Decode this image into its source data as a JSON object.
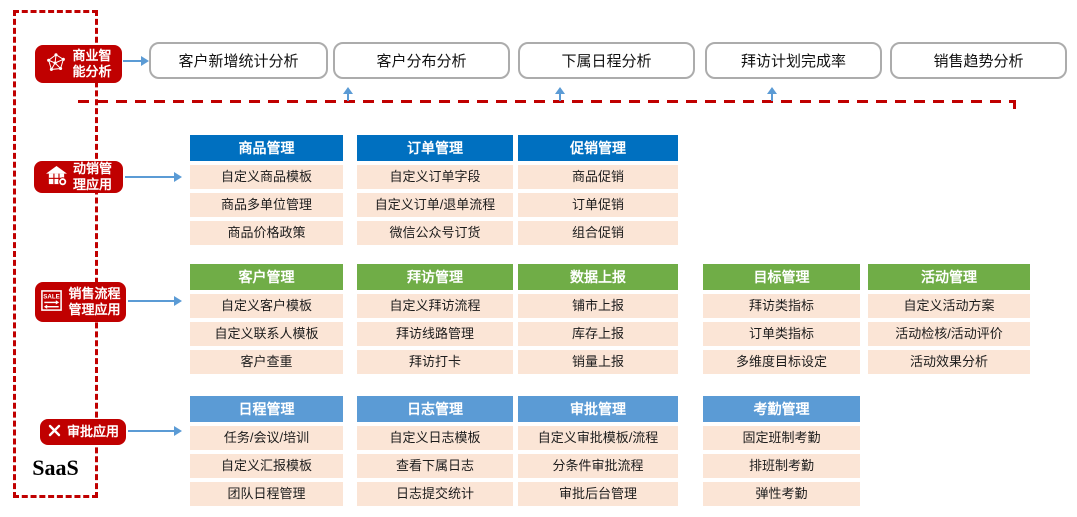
{
  "frame": {
    "saas_label": "SaaS"
  },
  "colors": {
    "red": "#C00000",
    "blue_header": "#0070C0",
    "green_header": "#70AD47",
    "lightblue_header": "#5B9BD5",
    "cell_bg": "#FBE5D6",
    "arrow_blue": "#5B9BD5",
    "box_border_gray": "#ACACAC"
  },
  "left_labels": [
    {
      "label": "商业智\n能分析",
      "icon": "network-graph-icon"
    },
    {
      "label": "动销管\n理应用",
      "icon": "storefront-icon"
    },
    {
      "label": "销售流程\n管理应用",
      "icon": "sale-sliders-icon"
    },
    {
      "label": "审批应用",
      "icon": "crossed-tools-icon"
    }
  ],
  "top_row": {
    "boxes": [
      "客户新增统计分析",
      "客户分布分析",
      "下属日程分析",
      "拜访计划完成率",
      "销售趋势分析"
    ]
  },
  "groups": [
    {
      "name": "动销管理应用",
      "header_color": "#0070C0",
      "columns": [
        {
          "header": "商品管理",
          "items": [
            "自定义商品模板",
            "商品多单位管理",
            "商品价格政策"
          ]
        },
        {
          "header": "订单管理",
          "items": [
            "自定义订单字段",
            "自定义订单/退单流程",
            "微信公众号订货"
          ]
        },
        {
          "header": "促销管理",
          "items": [
            "商品促销",
            "订单促销",
            "组合促销"
          ]
        }
      ]
    },
    {
      "name": "销售流程管理应用",
      "header_color": "#70AD47",
      "columns": [
        {
          "header": "客户管理",
          "items": [
            "自定义客户模板",
            "自定义联系人模板",
            "客户查重"
          ]
        },
        {
          "header": "拜访管理",
          "items": [
            "自定义拜访流程",
            "拜访线路管理",
            "拜访打卡"
          ]
        },
        {
          "header": "数据上报",
          "items": [
            "铺市上报",
            "库存上报",
            "销量上报"
          ]
        },
        {
          "header": "目标管理",
          "items": [
            "拜访类指标",
            "订单类指标",
            "多维度目标设定"
          ]
        },
        {
          "header": "活动管理",
          "items": [
            "自定义活动方案",
            "活动检核/活动评价",
            "活动效果分析"
          ]
        }
      ]
    },
    {
      "name": "审批应用",
      "header_color": "#5B9BD5",
      "columns": [
        {
          "header": "日程管理",
          "items": [
            "任务/会议/培训",
            "自定义汇报模板",
            "团队日程管理"
          ]
        },
        {
          "header": "日志管理",
          "items": [
            "自定义日志模板",
            "查看下属日志",
            "日志提交统计"
          ]
        },
        {
          "header": "审批管理",
          "items": [
            "自定义审批模板/流程",
            "分条件审批流程",
            "审批后台管理"
          ]
        },
        {
          "header": "考勤管理",
          "items": [
            "固定班制考勤",
            "排班制考勤",
            "弹性考勤"
          ]
        }
      ]
    }
  ]
}
